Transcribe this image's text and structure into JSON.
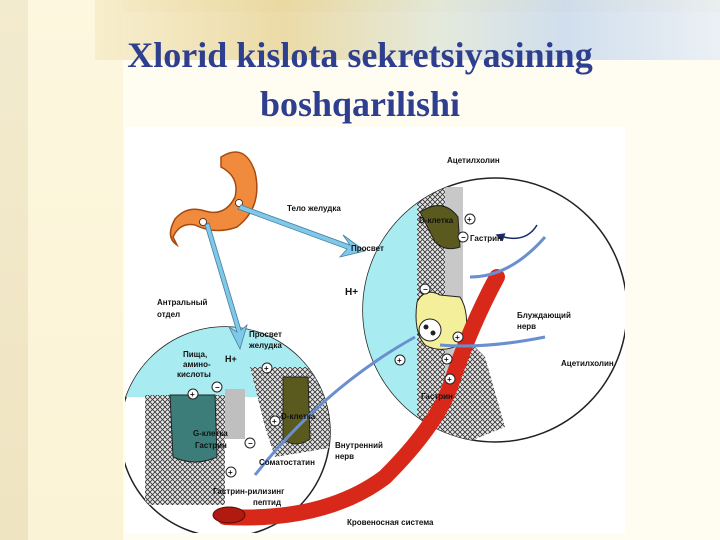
{
  "slide": {
    "title_line1": "Xlorid kislota sekretsiyasining",
    "title_line2": "boshqarilishi"
  },
  "diagram": {
    "labels": {
      "acetylcholine_top": "Ацетилхолин",
      "stomach_body": "Тело желудка",
      "d_cell_top": "D-клетка",
      "gastrin_top": "Гастрин",
      "lumen": "Просвет",
      "h_ion": "H+",
      "antral": "Антральный",
      "antral2": "отдел",
      "lumen_stomach1": "Просвет",
      "lumen_stomach2": "желудка",
      "food1": "Пища,",
      "food2": "амино-",
      "food3": "кислоты",
      "h_ion_small": "H+",
      "d_cell_bottom": "D-клетка",
      "g_cell": "G-клетка",
      "gastrin_small": "Гастрин",
      "somatostatin": "Соматостатин",
      "inner_nerve1": "Внутренний",
      "inner_nerve2": "нерв",
      "vagus1": "Блуждающий",
      "vagus2": "нерв",
      "acetylcholine_right": "Ацетилхолин",
      "gastrin_lower": "Гастрин",
      "grp1": "Гастрин-рилизинг",
      "grp2": "пептид",
      "blood": "Кровеносная система"
    },
    "signs": {
      "plus": "+",
      "minus": "−"
    },
    "colors": {
      "lumen": "#a8ecf2",
      "d_cell": "#5a5a1e",
      "parietal": "#f4ef9a",
      "vessel": "#d8281a",
      "stomach": "#f08a3c",
      "arrow": "#7ec8e8",
      "nerve": "#6a8fd0"
    }
  }
}
